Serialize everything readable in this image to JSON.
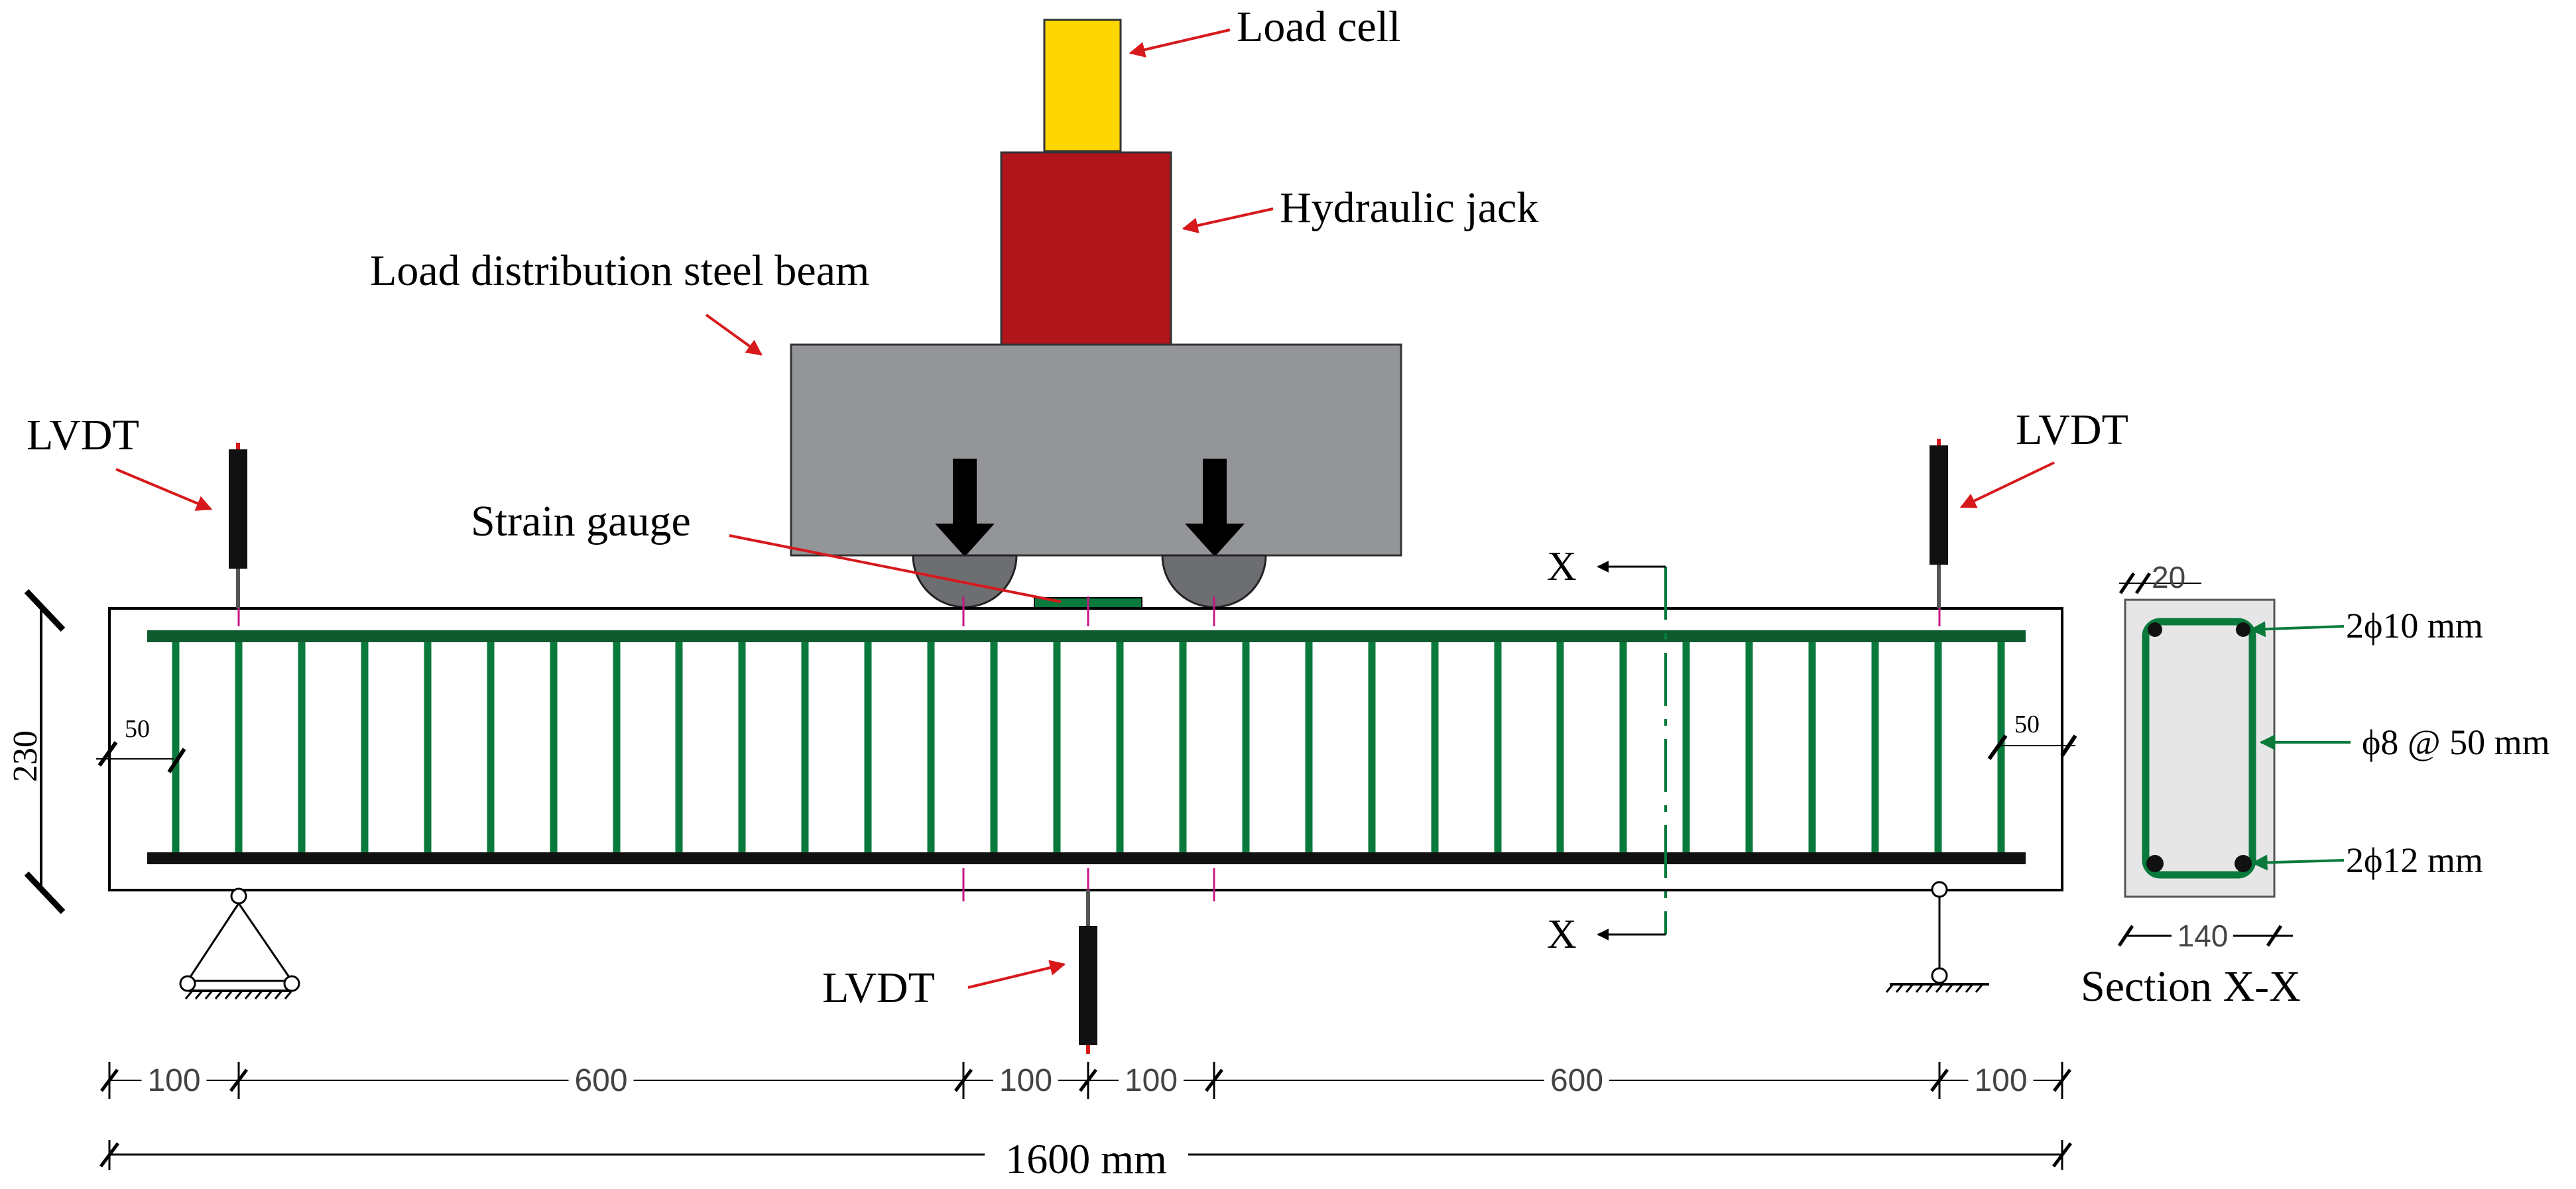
{
  "labels": {
    "load_cell": "Load cell",
    "hydraulic_jack": "Hydraulic jack",
    "distribution_beam": "Load distribution steel beam",
    "strain_gauge": "Strain gauge",
    "lvdt": "LVDT",
    "section_marker": "X",
    "section_title": "Section X-X"
  },
  "dimensions": {
    "beam_height": "230",
    "end_spacing": "50",
    "span_segments": [
      "100",
      "600",
      "100",
      "100",
      "600",
      "100"
    ],
    "total_length": "1600 mm",
    "cover": "20",
    "section_width": "140"
  },
  "reinforcement": {
    "top_bars": "2ϕ10 mm",
    "stirrups": "ϕ8 @ 50 mm",
    "bottom_bars": "2ϕ12 mm"
  },
  "colors": {
    "load_cell": "#FFD700",
    "hydraulic_jack": "#B0151B",
    "steel_beam": "#939598",
    "rollers": "#6D6E71",
    "rebar": "#0A7A3C",
    "annotation_arrow": "#D7191C",
    "section_fill": "#E6E6E6"
  },
  "icons": [
    "load-arrow-icon",
    "roller-icon",
    "pin-support-icon",
    "roller-support-icon",
    "lvdt-icon"
  ]
}
